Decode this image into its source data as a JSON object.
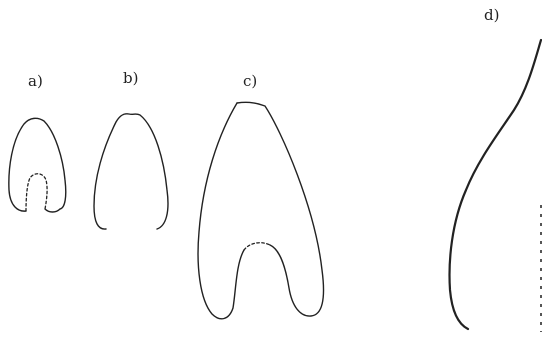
{
  "figure": {
    "labels": {
      "a": "a)",
      "b": "b)",
      "c": "c)",
      "d": "d)"
    },
    "colors": {
      "ink": "#222222",
      "background": "#ffffff"
    }
  }
}
